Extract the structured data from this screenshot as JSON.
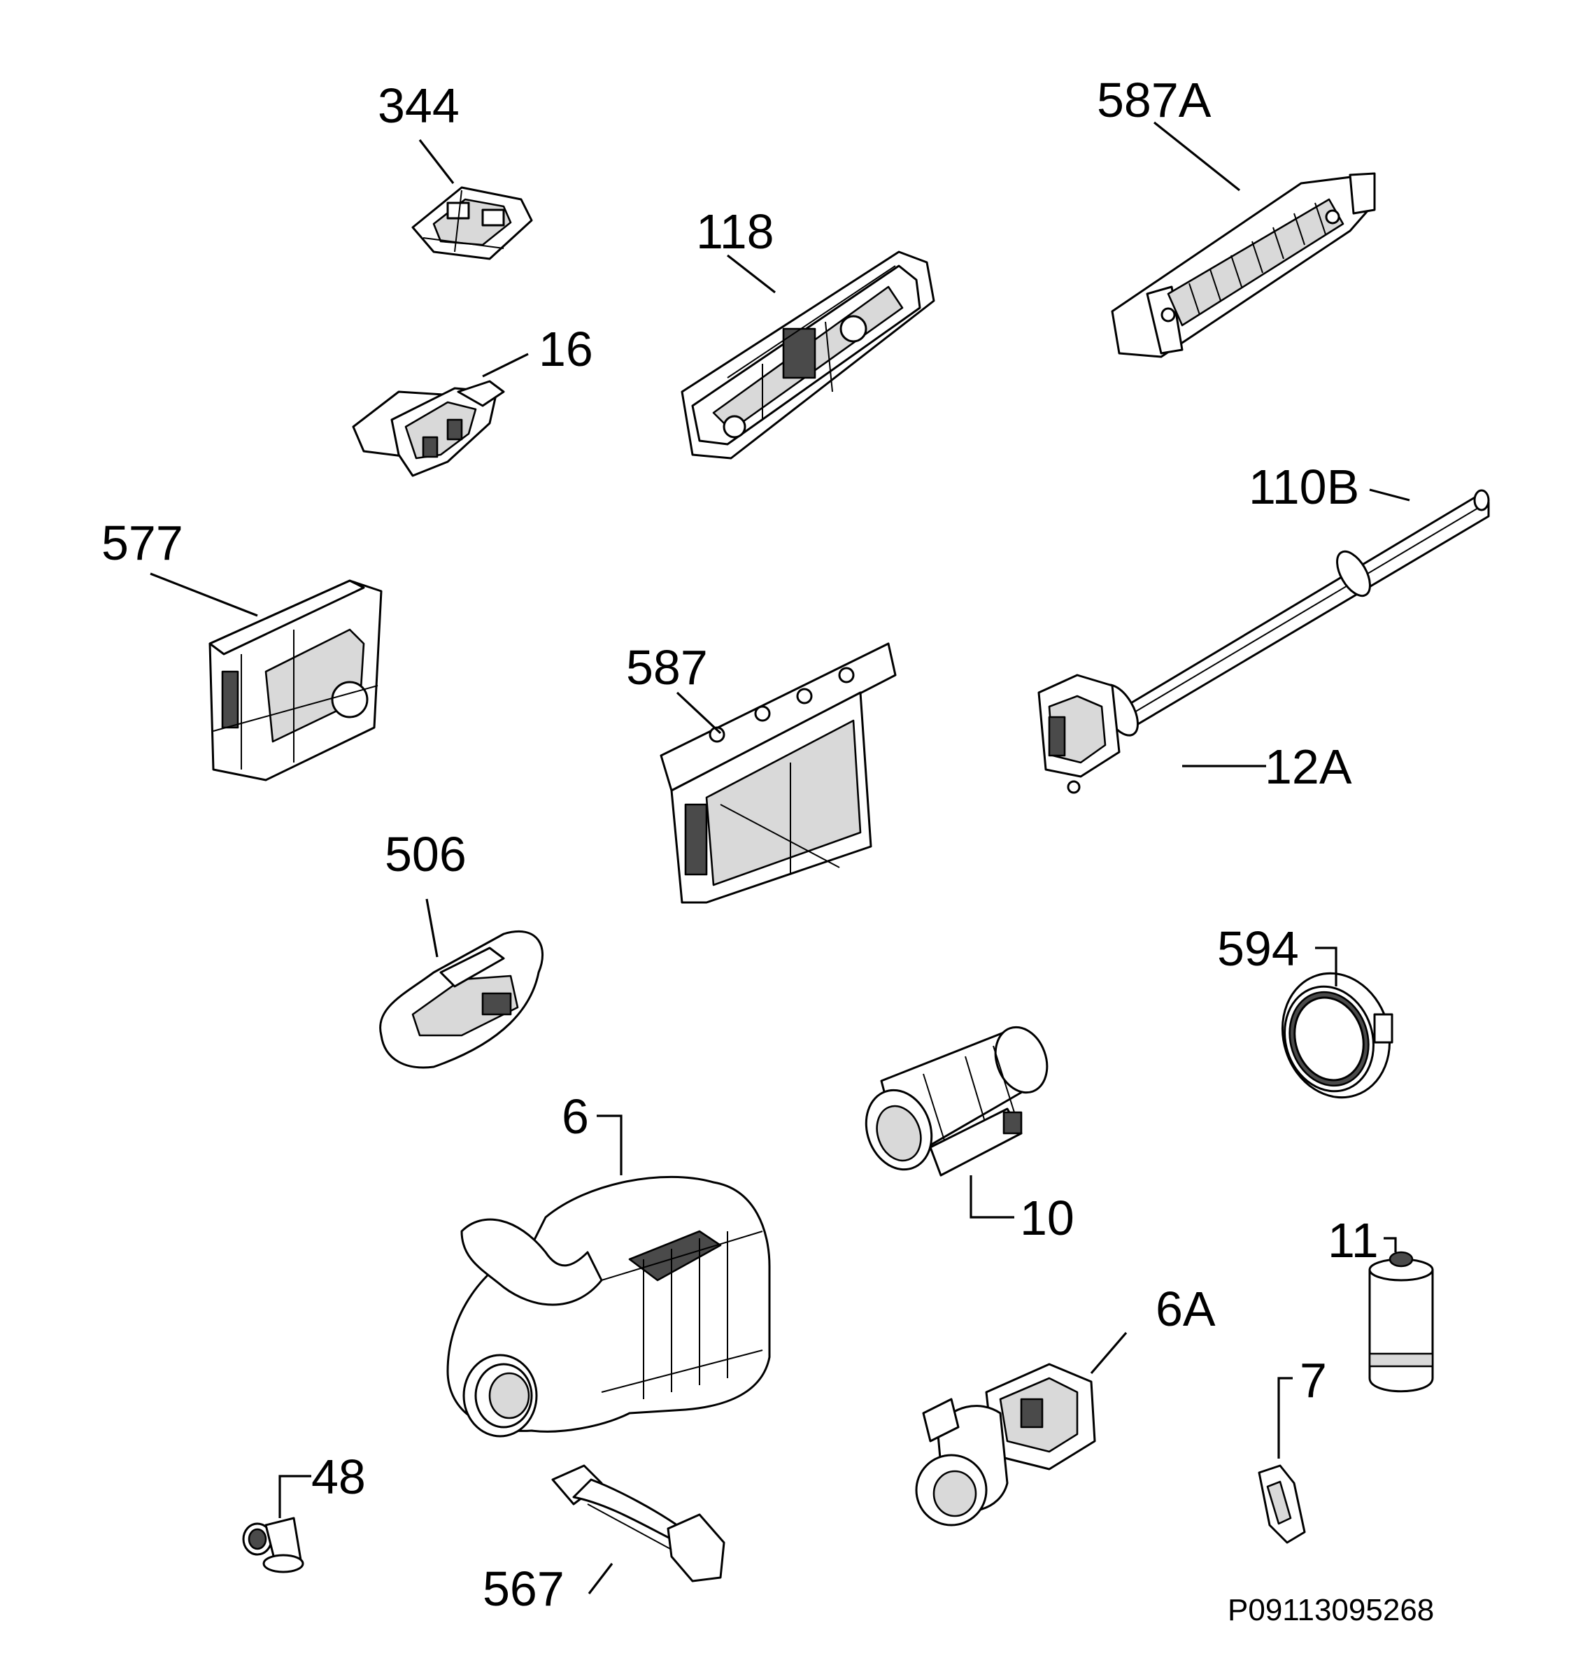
{
  "diagram": {
    "parts": [
      {
        "id": "p344",
        "label": "344",
        "shape": "small-switch-block"
      },
      {
        "id": "p587a",
        "label": "587A",
        "shape": "control-panel-bar"
      },
      {
        "id": "p118",
        "label": "118",
        "shape": "programmer-module"
      },
      {
        "id": "p16",
        "label": "16",
        "shape": "door-lock-switch"
      },
      {
        "id": "p110b",
        "label": "110B",
        "shape": "tube-rod"
      },
      {
        "id": "p577",
        "label": "577",
        "shape": "electronic-module-box"
      },
      {
        "id": "p587",
        "label": "587",
        "shape": "frame-bracket"
      },
      {
        "id": "p12a",
        "label": "12A",
        "shape": "sensor-with-rod"
      },
      {
        "id": "p506",
        "label": "506",
        "shape": "clip-holder"
      },
      {
        "id": "p594",
        "label": "594",
        "shape": "round-cap"
      },
      {
        "id": "p6",
        "label": "6",
        "shape": "circulation-pump-motor"
      },
      {
        "id": "p10",
        "label": "10",
        "shape": "heater-cylinder"
      },
      {
        "id": "p11",
        "label": "11",
        "shape": "capacitor"
      },
      {
        "id": "p6a",
        "label": "6A",
        "shape": "drain-pump"
      },
      {
        "id": "p7",
        "label": "7",
        "shape": "small-clip"
      },
      {
        "id": "p48",
        "label": "48",
        "shape": "knob-plug"
      },
      {
        "id": "p567",
        "label": "567",
        "shape": "cable-harness"
      }
    ],
    "code": "P09113095268"
  },
  "colors": {
    "line": "#000000",
    "fill": "#ffffff",
    "shade": "#d9d9d9",
    "dark": "#4a4a4a"
  }
}
